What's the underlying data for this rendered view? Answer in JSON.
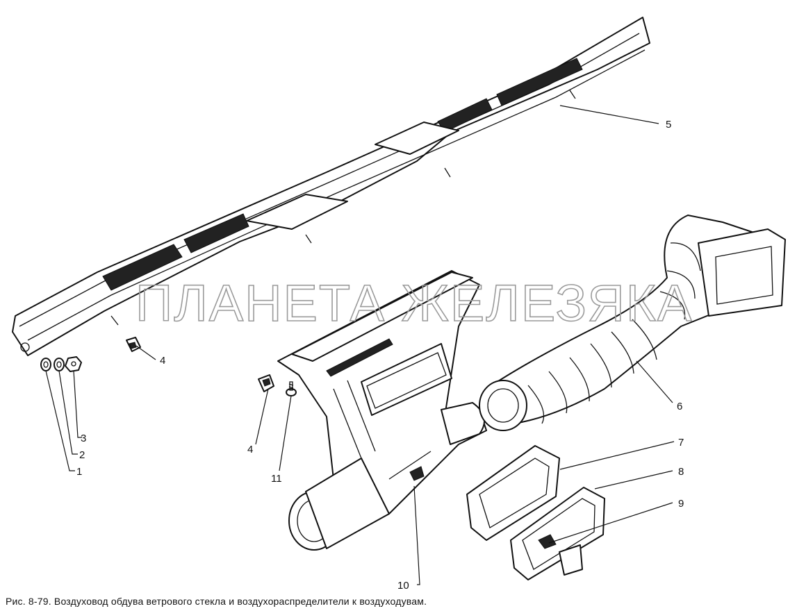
{
  "caption": "Рис. 8-79. Воздуховод обдува ветрового стекла и воздухораспределители к воздуходувам.",
  "watermark": "ПЛАНЕТА ЖЕЛЕЗЯКА",
  "callouts": [
    {
      "id": "c1",
      "text": "1"
    },
    {
      "id": "c2",
      "text": "2"
    },
    {
      "id": "c3",
      "text": "3"
    },
    {
      "id": "c4a",
      "text": "4"
    },
    {
      "id": "c4b",
      "text": "4"
    },
    {
      "id": "c5",
      "text": "5"
    },
    {
      "id": "c6",
      "text": "6"
    },
    {
      "id": "c7",
      "text": "7"
    },
    {
      "id": "c8",
      "text": "8"
    },
    {
      "id": "c9",
      "text": "9"
    },
    {
      "id": "c10",
      "text": "10"
    },
    {
      "id": "c11",
      "text": "11"
    }
  ]
}
